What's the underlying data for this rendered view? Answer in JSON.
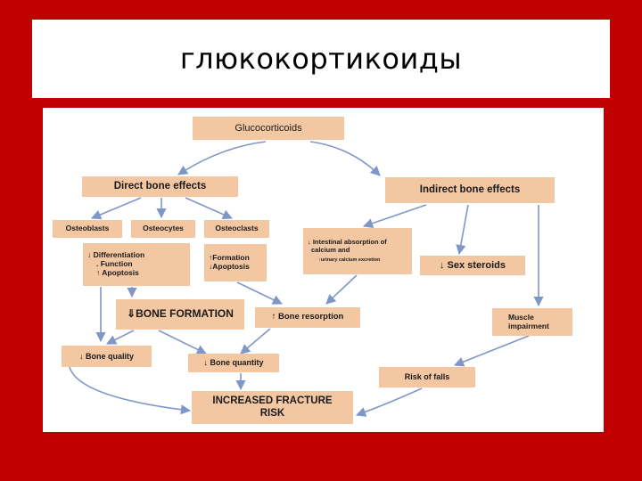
{
  "slide": {
    "title": "глюкокортикоиды"
  },
  "diagram": {
    "glucocorticoids": "Glucocorticoids",
    "direct": "Direct bone effects",
    "indirect": "Indirect bone effects",
    "osteoblasts": "Osteoblasts",
    "osteocytes": "Osteocytes",
    "osteoclasts": "Osteoclasts",
    "ob_line1": "↓ Differentiation",
    "ob_line2": ". Function",
    "ob_line3": "↑ Apoptosis",
    "oc_line1": "↑Formation",
    "oc_line2": "↓Apoptosis",
    "intestinal_line1": "↓ Intestinal absorption of",
    "intestinal_line2": "calcium and",
    "intestinal_line3": "↑urinary calcium excretion",
    "sex_steroids": "↓ Sex steroids",
    "bone_formation": "⇓BONE FORMATION",
    "bone_resorption": "↑ Bone resorption",
    "muscle_line1": "Muscle",
    "muscle_line2": "impairment",
    "bone_quality": "↓ Bone quality",
    "bone_quantity": "↓ Bone quantity",
    "risk_falls": "Risk of falls",
    "fracture_line1": "INCREASED FRACTURE",
    "fracture_line2": "RISK"
  },
  "colors": {
    "background": "#c00000",
    "box_fill": "#f4c7a3",
    "arrow": "#7f97c8"
  }
}
